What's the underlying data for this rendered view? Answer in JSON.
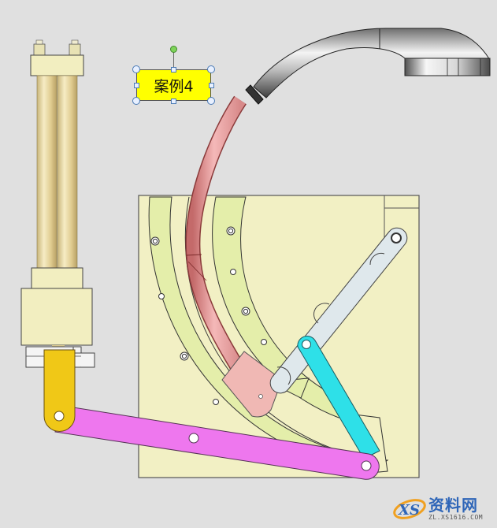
{
  "diagram": {
    "type": "mechanism-illustration",
    "background": "#e0e0e0",
    "label": {
      "text": "案例4",
      "background": "#ffff00",
      "selected": true
    },
    "components": [
      {
        "name": "cylinder-actuator",
        "color": "#f2eec0"
      },
      {
        "name": "piston-rod",
        "color": "#e6d59a"
      },
      {
        "name": "clevis-link",
        "color": "#f0c817"
      },
      {
        "name": "connecting-link",
        "color": "#ee77ee"
      },
      {
        "name": "rocker-arm",
        "color": "#dfe8ec"
      },
      {
        "name": "drive-link",
        "color": "#2ee0e8"
      },
      {
        "name": "hose-clamp-block",
        "color": "#f0b8b4"
      },
      {
        "name": "hose",
        "color": "#e89c9c"
      },
      {
        "name": "curved-guide-rails",
        "color": "#e4eeaa"
      },
      {
        "name": "base-plate",
        "color": "#f2f0c4"
      },
      {
        "name": "shower-head",
        "color": "#a8a8a8"
      }
    ]
  },
  "watermark": {
    "logo_text": "XS",
    "title": "资料网",
    "url": "ZL.XS1616.COM"
  }
}
